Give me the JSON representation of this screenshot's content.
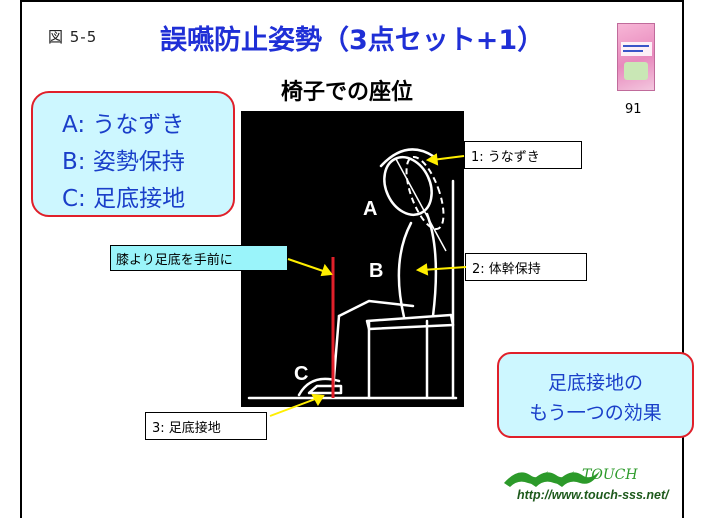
{
  "header": {
    "figure_label": "図  5-5",
    "title": "誤嚥防止姿勢（3点セット+1）",
    "subtitle": "椅子での座位",
    "page_number": "91"
  },
  "summary_box": {
    "items": [
      "A: うなずき",
      "B: 姿勢保持",
      "C: 足底接地"
    ]
  },
  "photo": {
    "marker_labels": [
      "A",
      "B",
      "C"
    ]
  },
  "callouts": {
    "nod": "1: うなずき",
    "trunk": "2: 体幹保持",
    "foot": "3: 足底接地",
    "knee": "膝より足底を手前に"
  },
  "effect_box": {
    "lines": [
      "足底接地の",
      "もう一つの効果"
    ]
  },
  "logo": {
    "word": "TOUCH",
    "url": "http://www.touch-sss.net/"
  },
  "colors": {
    "title": "#1f2fd6",
    "box_fill": "#cdf7ff",
    "box_border": "#e0202a",
    "box_text": "#1a3fc9",
    "knee_label_fill": "#9af4fa",
    "guide_line": "#e0202a",
    "arrow": "#ffee00",
    "logo_green": "#2c9a2a"
  }
}
